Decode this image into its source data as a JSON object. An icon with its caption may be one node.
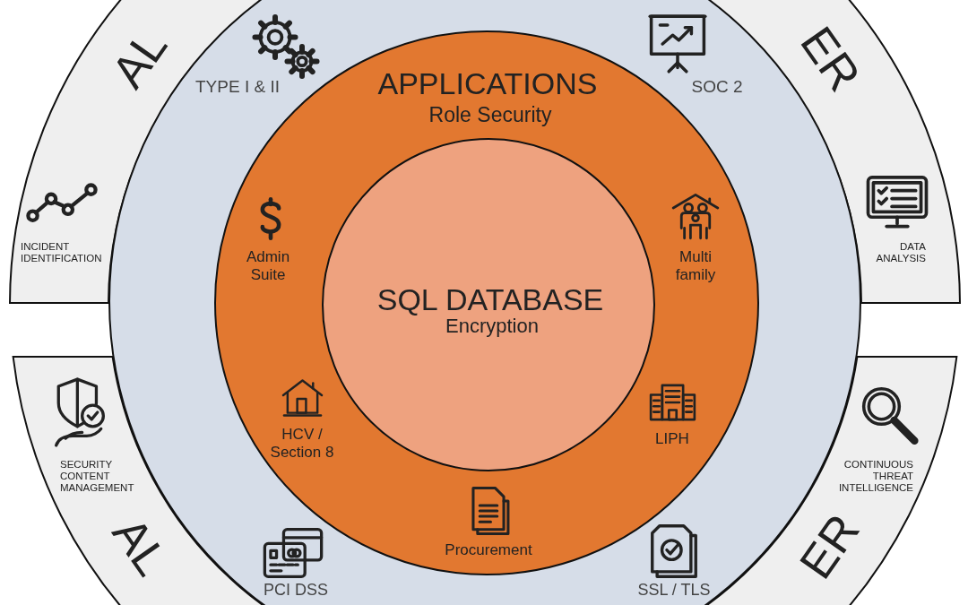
{
  "diagram": {
    "nodes": [
      {
        "text": [
          "AL",
          "ER"
        ]
      },
      {
        "text": [
          "AL",
          "ER"
        ]
      },
      {
        "text": [],
        "shape": "circle"
      },
      {
        "text": [
          "APPLICATIONS",
          "Role Security"
        ],
        "in": 2
      },
      {
        "text": [
          "SQL DATABASE",
          "Encryption"
        ],
        "in": 3
      }
    ],
    "labels": [
      "TYPE I & II",
      "SOC 2",
      "INCIDENT IDENTIFICATION",
      "Admin Suite",
      "Multi family",
      "DATA ANALYSIS",
      "HCV / Section 8",
      "LIPH",
      "SECURITY CONTENT MANAGEMENT",
      "CONTINUOUS THREAT INTELLIGENCE",
      "Procurement",
      "PCI DSS",
      "SSL / TLS"
    ]
  }
}
